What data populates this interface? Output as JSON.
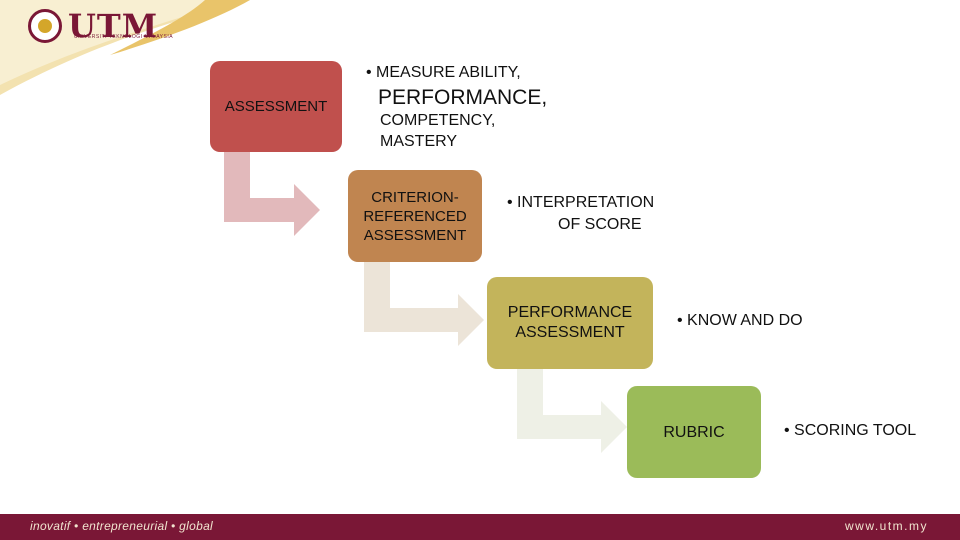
{
  "header": {
    "logo_text": "UTM",
    "logo_subtext": "UNIVERSITI TEKNOLOGI MALAYSIA"
  },
  "footer": {
    "left_text": "inovatif • entrepreneurial • global",
    "right_text": "www.utm.my"
  },
  "process": [
    {
      "label": "ASSESSMENT",
      "color": "#c0504d"
    },
    {
      "label": "CRITERION-REFERENCED ASSESSMENT",
      "color": "#c08550"
    },
    {
      "label": "PERFORMANCE ASSESSMENT",
      "color": "#c3b45b"
    },
    {
      "label": "RUBRIC",
      "color": "#9bbb59"
    }
  ],
  "descriptions": {
    "d1_line1": "• MEASURE ABILITY,",
    "d1_line2": "PERFORMANCE,",
    "d1_line3": "COMPETENCY,",
    "d1_line4": "MASTERY",
    "d2_line1": "• INTERPRETATION",
    "d2_line2": "OF SCORE",
    "d3": "• KNOW AND DO",
    "d4": "• SCORING TOOL"
  },
  "colors": {
    "brand_maroon": "#7a1736",
    "brand_gold": "#d4a62a",
    "arrow1": "#e2b9bb",
    "arrow2": "#ece4d8",
    "arrow3": "#eef0e6"
  }
}
